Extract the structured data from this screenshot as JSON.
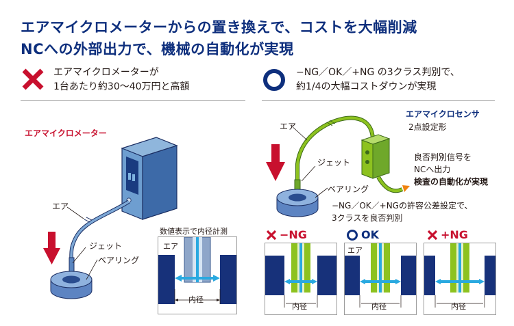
{
  "headline": {
    "line1": "エアマイクロメーターからの置き換えで、コストを大幅削減",
    "line2": "NCへの外部出力で、機械の自動化が実現"
  },
  "left": {
    "lead_line1": "エアマイクロメーターが",
    "lead_line2": "1台あたり約30〜40万円と高額",
    "device_label": "エアマイクロメーター",
    "air_label": "エア",
    "jet_label": "ジェット",
    "bearing_label": "ベアリング",
    "inset_title": "数値表示で内径計測",
    "inset_air_label": "エア",
    "inset_diameter_label": "内径"
  },
  "right": {
    "lead_line1": "−NG／OK／+NG の3クラス判別で、",
    "lead_line2": "約1/4の大幅コストダウンが実現",
    "sensor_label": "エアマイクロセンサ",
    "sensor_sub": "2点設定形",
    "air_label": "エア",
    "jet_label": "ジェット",
    "bearing_label": "ベアリング",
    "signal_line1": "良否判別信号を",
    "signal_line2": "NCへ出力",
    "signal_line3": "検査の自動化が実現",
    "tolerance_line1": "−NG／OK／+NGの許容公差設定で、",
    "tolerance_line2": "3クラスを良否判別",
    "classes": [
      {
        "label": "−NG",
        "diameter_label": "内径"
      },
      {
        "label": "OK",
        "diameter_label": "内径"
      },
      {
        "label": "+NG",
        "diameter_label": "内径"
      }
    ],
    "class_air_label": "エア"
  },
  "colors": {
    "navy": "#0e2f7d",
    "red": "#c8102e",
    "green": "#8dc21f",
    "light_blue": "#29a9e0"
  }
}
